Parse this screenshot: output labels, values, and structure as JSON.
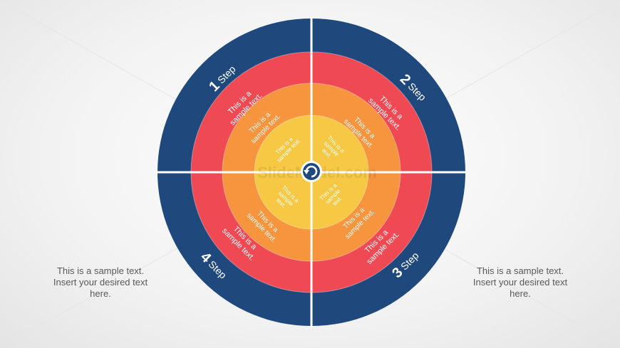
{
  "diagram": {
    "colors": {
      "outer": "#1F497D",
      "red": "#EF4A54",
      "orange": "#F7943E",
      "light_orange": "#F9B233",
      "yellow": "#F6C843",
      "center_icon": "#1F497D",
      "divider": "#FFFFFF"
    },
    "steps": [
      {
        "number": "1",
        "word": "Step"
      },
      {
        "number": "2",
        "word": "Step"
      },
      {
        "number": "3",
        "word": "Step"
      },
      {
        "number": "4",
        "word": "Step"
      }
    ],
    "ring_text": {
      "line1": "This is a",
      "line2": "sample text.",
      "inner_line1": "This is a",
      "inner_line2": "sample",
      "inner_line3": "text."
    },
    "center_icon": "refresh-cycle-icon",
    "watermark": "SlideModel.com"
  },
  "notes": {
    "left": {
      "line1": "This is a sample text.",
      "line2": "Insert your desired text",
      "line3": "here."
    },
    "right": {
      "line1": "This is a sample text.",
      "line2": "Insert your desired text",
      "line3": "here."
    }
  }
}
